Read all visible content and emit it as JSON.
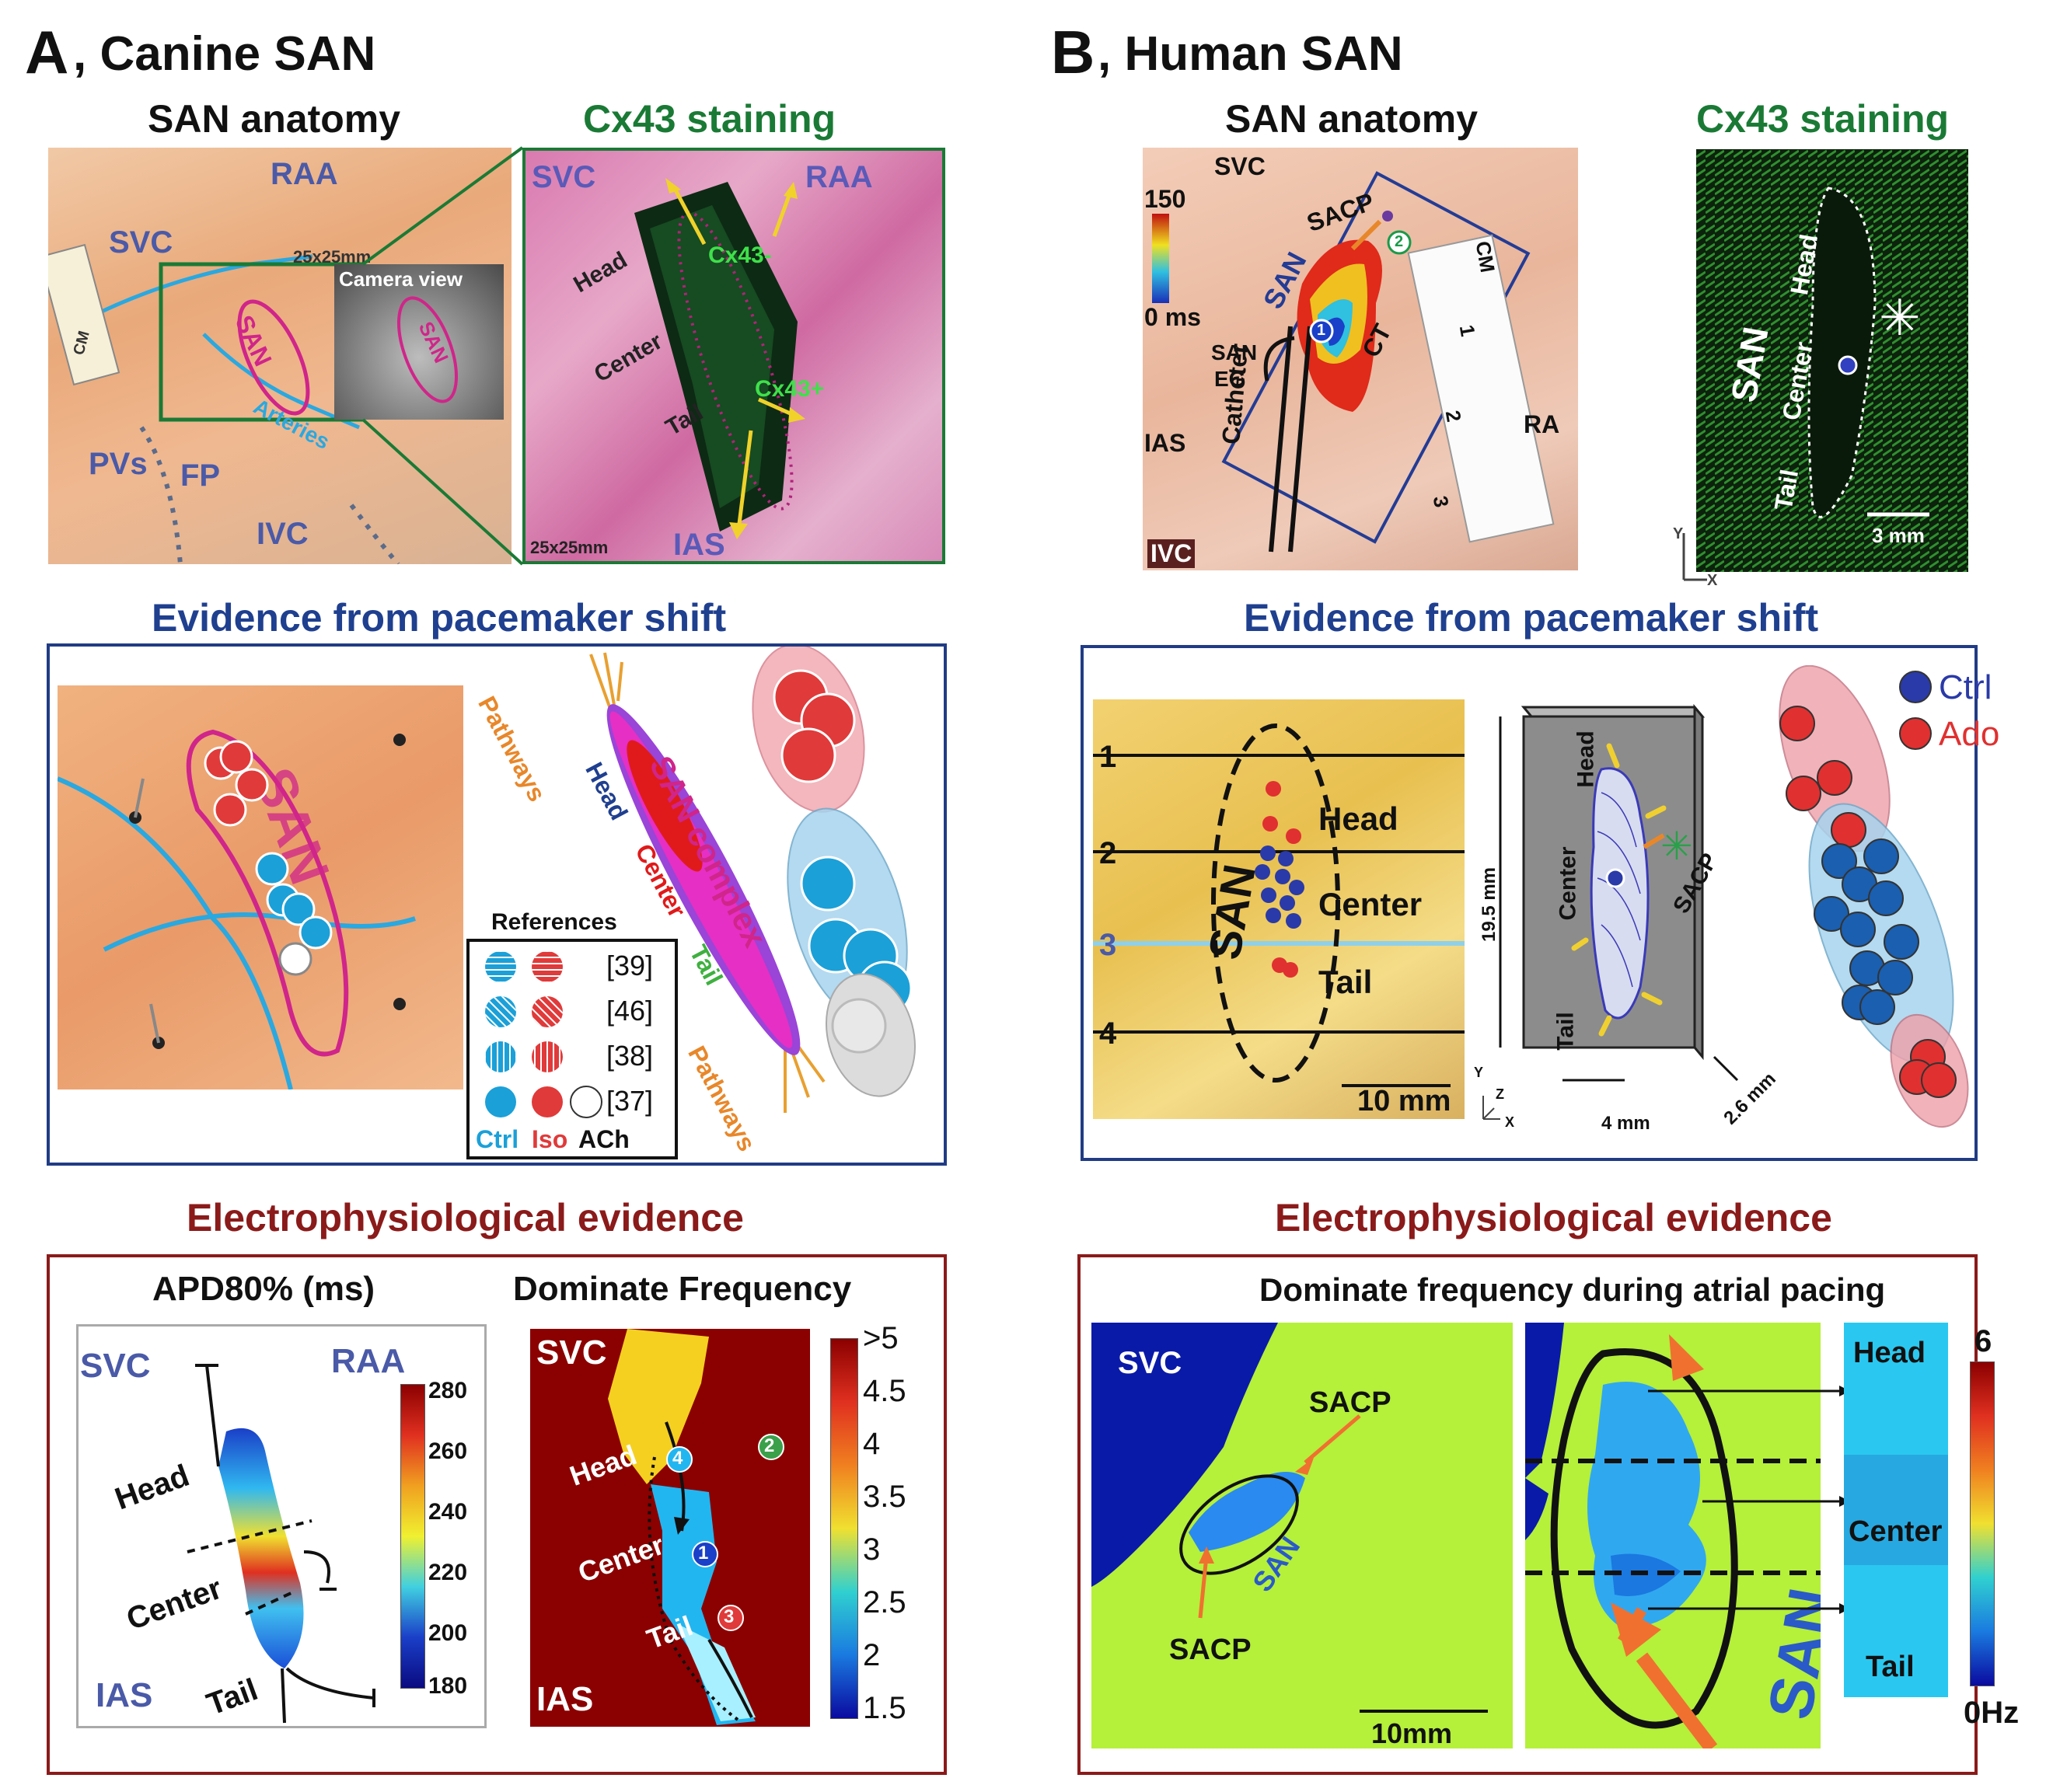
{
  "panel_a": {
    "letter": "A",
    "title": ", Canine SAN",
    "anatomy_title": "SAN anatomy",
    "cx43_title": "Cx43 staining",
    "anatomy_labels": {
      "raa": "RAA",
      "svc": "SVC",
      "pvs": "PVs",
      "fp": "FP",
      "ivc": "IVC",
      "san": "SAN",
      "arteries": "Arteries",
      "size": "25x25mm",
      "camera": "Camera view",
      "cam_san": "SAN",
      "ruler": "CM"
    },
    "cx43_labels": {
      "svc": "SVC",
      "raa": "RAA",
      "head": "Head",
      "center": "Center",
      "tail": "Tail",
      "cx43_neg": "Cx43-",
      "cx43_pos": "Cx43+",
      "size": "25x25mm",
      "ias": "IAS"
    },
    "shift_title": "Evidence from pacemaker shift",
    "shift_labels": {
      "san": "SAN",
      "pathways_top": "Pathways",
      "pathways_bottom": "Pathways",
      "head": "Head",
      "center": "Center",
      "tail": "Tail",
      "complex": "SAN complex"
    },
    "references": {
      "title": "References",
      "rows": [
        "[39]",
        "[46]",
        "[38]",
        "[37]"
      ],
      "ctrl": "Ctrl",
      "iso": "Iso",
      "ach": "ACh"
    },
    "ep_title": "Electrophysiological evidence",
    "apd": {
      "title": "APD80% (ms)",
      "svc": "SVC",
      "raa": "RAA",
      "ias": "IAS",
      "head": "Head",
      "center": "Center",
      "tail": "Tail",
      "ticks": [
        "280",
        "260",
        "240",
        "220",
        "200",
        "180"
      ]
    },
    "df": {
      "title": "Dominate Frequency",
      "svc": "SVC",
      "ias": "IAS",
      "head": "Head",
      "center": "Center",
      "tail": "Tail",
      "sites": [
        "4",
        "2",
        "1",
        "3"
      ],
      "ticks": [
        ">5",
        "4.5",
        "4",
        "3.5",
        "3",
        "2.5",
        "2",
        "1.5"
      ]
    }
  },
  "panel_b": {
    "letter": "B",
    "title": ", Human SAN",
    "anatomy_title": "SAN anatomy",
    "cx43_title": "Cx43 staining",
    "anatomy_labels": {
      "svc": "SVC",
      "scale_max": "150",
      "scale_min": "0 ms",
      "sacp": "SACP",
      "san": "SAN",
      "san_eg": "SAN",
      "eg": "EG",
      "ct": "CT",
      "ias": "IAS",
      "catheter": "Catheter",
      "ivc": "IVC",
      "ra": "RA",
      "cm": "CM",
      "r1": "1",
      "r2": "2",
      "r3": "3",
      "site1": "1",
      "site2": "2"
    },
    "cx43_labels": {
      "head": "Head",
      "san": "SAN",
      "center": "Center",
      "tail": "Tail",
      "scale": "3 mm",
      "y": "Y",
      "x": "X"
    },
    "shift_title": "Evidence from pacemaker shift",
    "shift_labels": {
      "l1": "1",
      "l2": "2",
      "l3": "3",
      "l4": "4",
      "san": "SAN",
      "head": "Head",
      "center": "Center",
      "tail": "Tail",
      "scale": "10 mm",
      "dim_h": "19.5 mm",
      "dim_w": "4 mm",
      "dim_d": "2.6 mm",
      "head3d": "Head",
      "center3d": "Center",
      "tail3d": "Tail",
      "sacp": "SACP",
      "ax_y": "Y",
      "ax_z": "Z",
      "ax_x": "X",
      "ctrl": "Ctrl",
      "ado": "Ado"
    },
    "ep_title": "Electrophysiological evidence",
    "df": {
      "title": "Dominate frequency during atrial pacing",
      "svc": "SVC",
      "sacp_top": "SACP",
      "sacp_bottom": "SACP",
      "san": "SAN",
      "scale": "10mm",
      "san_big": "SAN",
      "head": "Head",
      "center": "Center",
      "tail": "Tail",
      "max": "6",
      "min": "0Hz"
    }
  },
  "colors": {
    "blue": "#1f3f8f",
    "darkred": "#8b1a1a",
    "green": "#1a7a35",
    "magenta": "#d0258a",
    "cyan": "#1ba0d8",
    "orange": "#e8872a",
    "tissue": "#e8a070"
  }
}
